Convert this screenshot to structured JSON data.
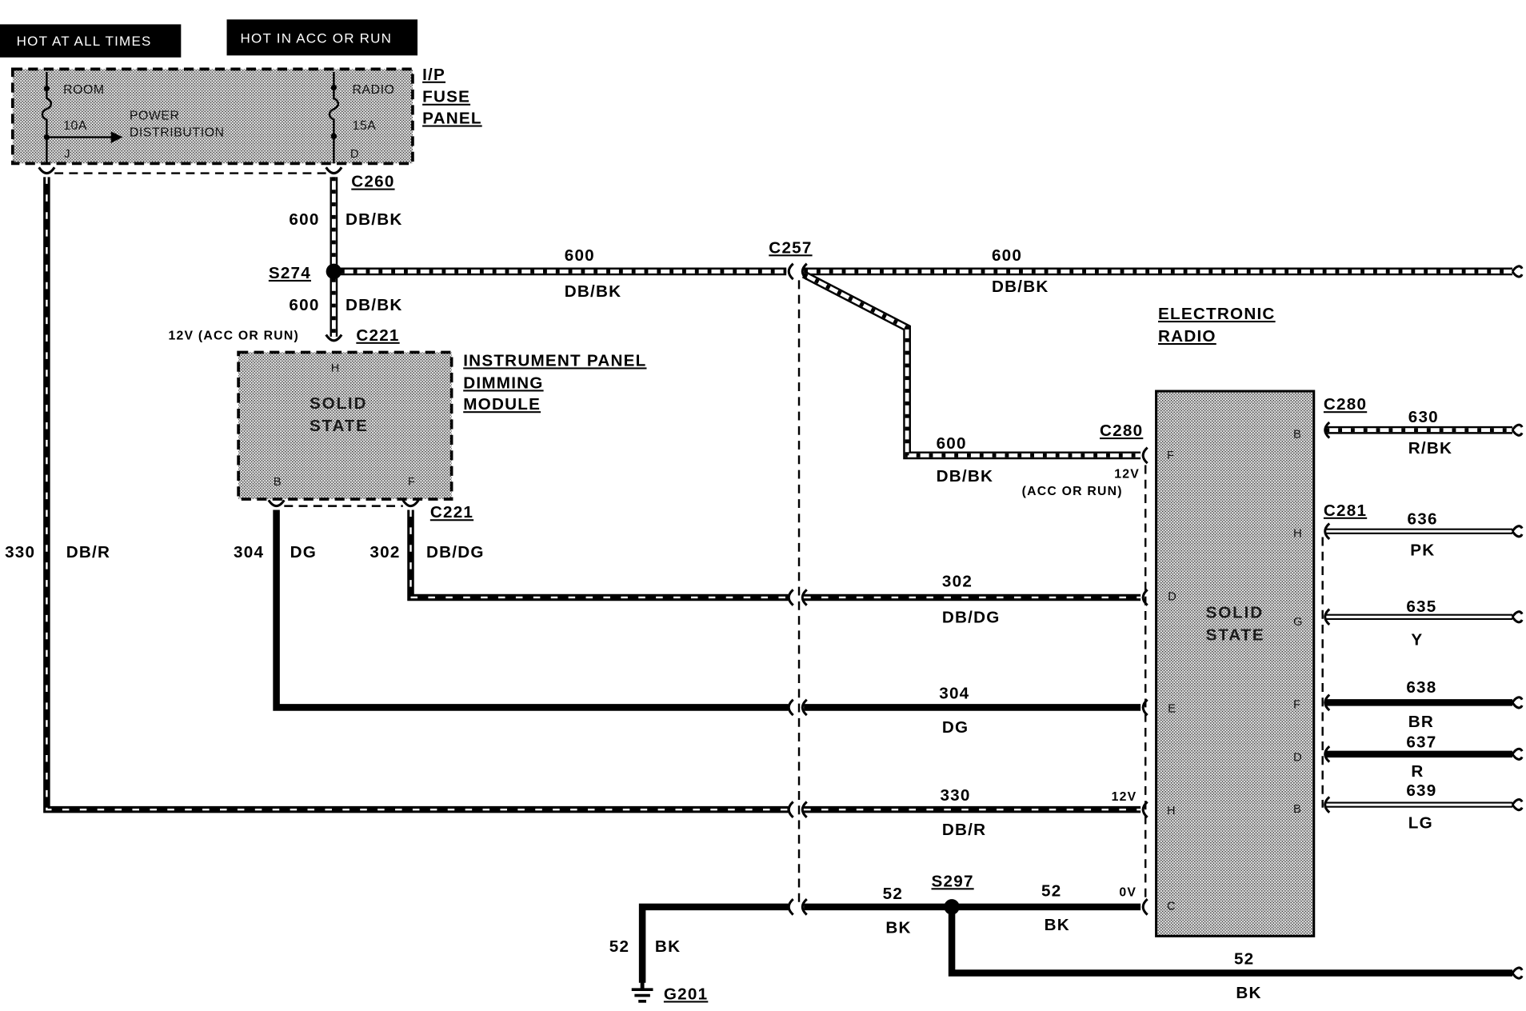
{
  "tags": {
    "hot_at_all_times": "HOT AT ALL TIMES",
    "hot_in_acc_or_run": "HOT IN ACC OR RUN"
  },
  "fuse_panel": {
    "title": [
      "I/P",
      "FUSE",
      "PANEL"
    ],
    "room_fuse": {
      "name": "ROOM",
      "rating": "10A",
      "pin": "J"
    },
    "radio_fuse": {
      "name": "RADIO",
      "rating": "15A",
      "pin": "D"
    },
    "power_distribution": [
      "POWER",
      "DISTRIBUTION"
    ]
  },
  "dimming_module": {
    "title": [
      "INSTRUMENT PANEL",
      "DIMMING",
      "MODULE"
    ],
    "body": [
      "SOLID",
      "STATE"
    ],
    "pins": [
      "H",
      "B",
      "F"
    ]
  },
  "radio": {
    "title": [
      "ELECTRONIC",
      "RADIO"
    ],
    "body": [
      "SOLID",
      "STATE"
    ],
    "left_pins": [
      "F",
      "D",
      "E",
      "H",
      "C"
    ],
    "right_pins": [
      "B",
      "H",
      "G",
      "F",
      "D",
      "B"
    ]
  },
  "connectors": {
    "c260": "C260",
    "c221_top": "C221",
    "c221_bottom": "C221",
    "c257": "C257",
    "c280_radio_in": "C280",
    "c280_radio_out": "C280",
    "c281": "C281"
  },
  "splices": {
    "s274": "S274",
    "s297": "S297"
  },
  "ground": {
    "g201": "G201"
  },
  "voltages": {
    "dimmer_feed": "12V (ACC OR RUN)",
    "radio_f": "12V",
    "radio_f_note": "(ACC OR RUN)",
    "radio_h": "12V",
    "radio_c": "0V"
  },
  "wires": [
    {
      "circuit": "330",
      "color": "DB/R"
    },
    {
      "circuit": "600",
      "color": "DB/BK"
    },
    {
      "circuit": "600",
      "color": "DB/BK"
    },
    {
      "circuit": "600",
      "color": "DB/BK"
    },
    {
      "circuit": "600",
      "color": "DB/BK"
    },
    {
      "circuit": "600",
      "color": "DB/BK"
    },
    {
      "circuit": "304",
      "color": "DG"
    },
    {
      "circuit": "302",
      "color": "DB/DG"
    },
    {
      "circuit": "302",
      "color": "DB/DG"
    },
    {
      "circuit": "304",
      "color": "DG"
    },
    {
      "circuit": "330",
      "color": "DB/R"
    },
    {
      "circuit": "52",
      "color": "BK"
    },
    {
      "circuit": "52",
      "color": "BK"
    },
    {
      "circuit": "52",
      "color": "BK"
    },
    {
      "circuit": "52",
      "color": "BK"
    },
    {
      "circuit": "630",
      "color": "R/BK"
    },
    {
      "circuit": "636",
      "color": "PK"
    },
    {
      "circuit": "635",
      "color": "Y"
    },
    {
      "circuit": "638",
      "color": "BR"
    },
    {
      "circuit": "637",
      "color": "R"
    },
    {
      "circuit": "639",
      "color": "LG"
    }
  ]
}
